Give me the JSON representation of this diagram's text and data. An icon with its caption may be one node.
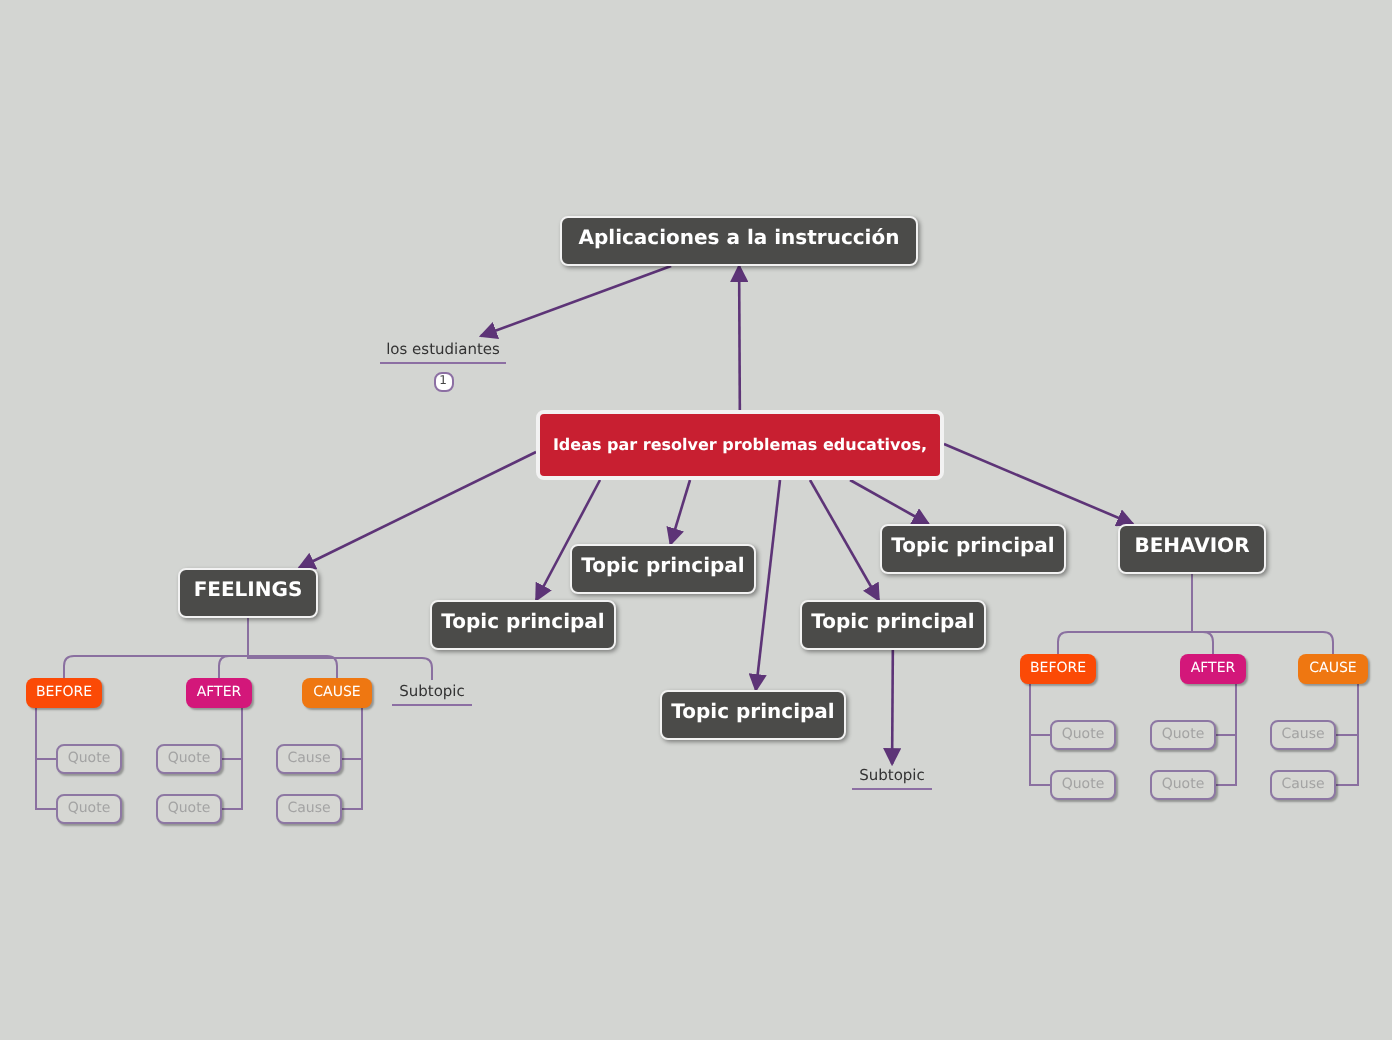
{
  "diagram": {
    "nodes": [
      {
        "text": [
          "Aplicaciones a la instrucción"
        ]
      },
      {
        "text": [
          "los estudiantes"
        ],
        "beside": [
          "1"
        ]
      },
      {
        "text": [
          "Ideas par resolver problemas educativos,"
        ]
      },
      {
        "text": [
          "FEELINGS"
        ]
      },
      {
        "text": [
          "Topic principal"
        ]
      },
      {
        "text": [
          "Topic principal"
        ]
      },
      {
        "text": [
          "Topic principal"
        ]
      },
      {
        "text": [
          "Topic principal"
        ]
      },
      {
        "text": [
          "Topic principal"
        ]
      },
      {
        "text": [
          "BEHAVIOR"
        ]
      },
      {
        "text": [
          "BEFORE"
        ]
      },
      {
        "text": [
          "AFTER"
        ]
      },
      {
        "text": [
          "CAUSE"
        ]
      },
      {
        "text": [
          "Subtopic"
        ]
      },
      {
        "text": [
          "Quote"
        ]
      },
      {
        "text": [
          "Quote"
        ]
      },
      {
        "text": [
          "Quote"
        ]
      },
      {
        "text": [
          "Quote"
        ]
      },
      {
        "text": [
          "Cause"
        ]
      },
      {
        "text": [
          "Cause"
        ]
      },
      {
        "text": [
          "Subtopic"
        ]
      },
      {
        "text": [
          "BEFORE"
        ]
      },
      {
        "text": [
          "AFTER"
        ]
      },
      {
        "text": [
          "CAUSE"
        ]
      },
      {
        "text": [
          "Quote"
        ]
      },
      {
        "text": [
          "Quote"
        ]
      },
      {
        "text": [
          "Quote"
        ]
      },
      {
        "text": [
          "Quote"
        ]
      },
      {
        "text": [
          "Cause"
        ]
      },
      {
        "text": [
          "Cause"
        ]
      }
    ],
    "edges": [
      {
        "from": 2,
        "to": 0,
        "arrow": "to"
      },
      {
        "from": 0,
        "to": 1,
        "arrow": "to"
      },
      {
        "from": 2,
        "to": 3,
        "arrow": "to"
      },
      {
        "from": 2,
        "to": 4,
        "arrow": "to"
      },
      {
        "from": 2,
        "to": 5,
        "arrow": "to"
      },
      {
        "from": 2,
        "to": 6,
        "arrow": "to"
      },
      {
        "from": 2,
        "to": 7,
        "arrow": "to"
      },
      {
        "from": 2,
        "to": 8,
        "arrow": "to"
      },
      {
        "from": 2,
        "to": 9,
        "arrow": "to"
      },
      {
        "from": 7,
        "to": 20,
        "arrow": "to"
      },
      {
        "from": 3,
        "to": 10,
        "arrow": "none"
      },
      {
        "from": 3,
        "to": 11,
        "arrow": "none"
      },
      {
        "from": 3,
        "to": 12,
        "arrow": "none"
      },
      {
        "from": 3,
        "to": 13,
        "arrow": "none"
      },
      {
        "from": 10,
        "to": 14,
        "arrow": "none"
      },
      {
        "from": 10,
        "to": 15,
        "arrow": "none"
      },
      {
        "from": 11,
        "to": 16,
        "arrow": "none"
      },
      {
        "from": 11,
        "to": 17,
        "arrow": "none"
      },
      {
        "from": 12,
        "to": 18,
        "arrow": "none"
      },
      {
        "from": 12,
        "to": 19,
        "arrow": "none"
      },
      {
        "from": 9,
        "to": 21,
        "arrow": "none"
      },
      {
        "from": 9,
        "to": 22,
        "arrow": "none"
      },
      {
        "from": 9,
        "to": 23,
        "arrow": "none"
      },
      {
        "from": 21,
        "to": 24,
        "arrow": "none"
      },
      {
        "from": 21,
        "to": 25,
        "arrow": "none"
      },
      {
        "from": 22,
        "to": 26,
        "arrow": "none"
      },
      {
        "from": 22,
        "to": 27,
        "arrow": "none"
      },
      {
        "from": 23,
        "to": 28,
        "arrow": "none"
      },
      {
        "from": 23,
        "to": 29,
        "arrow": "none"
      }
    ]
  }
}
